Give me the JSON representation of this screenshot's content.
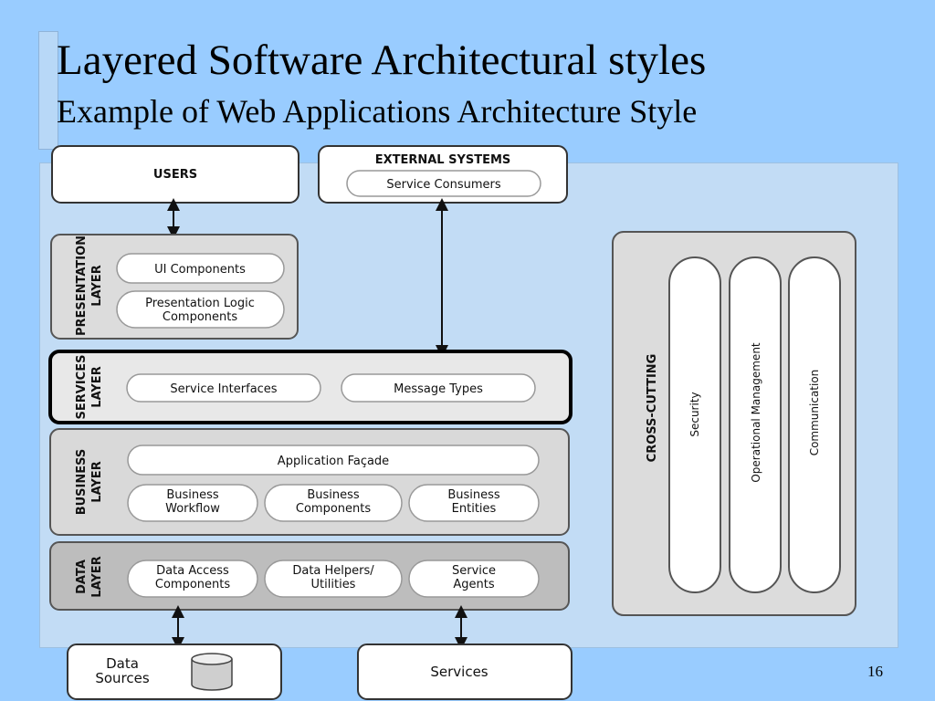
{
  "slide": {
    "title": "Layered Software Architectural styles",
    "subtitle": "Example of Web Applications Architecture Style",
    "page_number": "16"
  },
  "diagram": {
    "users": "USERS",
    "external_systems": {
      "label": "EXTERNAL SYSTEMS",
      "service_consumers": "Service Consumers"
    },
    "presentation_layer": {
      "label": [
        "PRESENTATION",
        "LAYER"
      ],
      "ui_components": "UI Components",
      "presentation_logic": [
        "Presentation Logic",
        "Components"
      ]
    },
    "services_layer": {
      "label": [
        "SERVICES",
        "LAYER"
      ],
      "service_interfaces": "Service Interfaces",
      "message_types": "Message Types"
    },
    "business_layer": {
      "label": [
        "BUSINESS",
        "LAYER"
      ],
      "application_facade": "Application Façade",
      "workflow": [
        "Business",
        "Workflow"
      ],
      "components": [
        "Business",
        "Components"
      ],
      "entities": [
        "Business",
        "Entities"
      ]
    },
    "data_layer": {
      "label": [
        "DATA",
        "LAYER"
      ],
      "data_access": [
        "Data Access",
        "Components"
      ],
      "helpers": [
        "Data Helpers/",
        "Utilities"
      ],
      "service_agents": [
        "Service",
        "Agents"
      ]
    },
    "cross_cutting": {
      "label": "CROSS-CUTTING",
      "security": "Security",
      "operational_management": "Operational Management",
      "communication": "Communication"
    },
    "data_sources": [
      "Data",
      "Sources"
    ],
    "services": "Services"
  }
}
